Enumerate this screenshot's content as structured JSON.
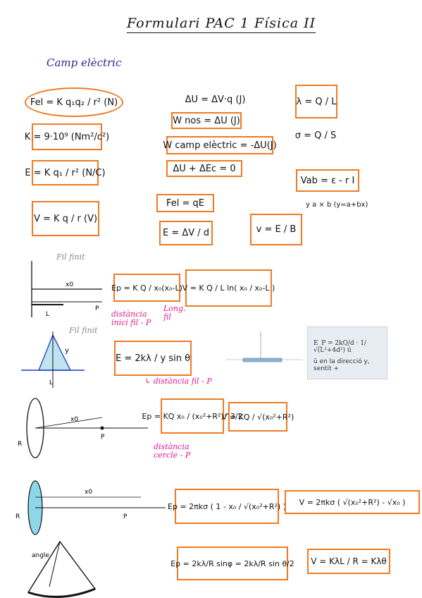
{
  "title": "Formulari PAC 1 Física II",
  "section": "Camp elèctric",
  "formulas": {
    "fel_coulomb": "Fel = K q₁q₂ / r² (N)",
    "k_const": "K = 9·10⁹ (Nm²/c²)",
    "e_field": "E = K q₁ / r² (N/C)",
    "potential": "V = K q / r (V)",
    "du": "ΔU = ΔV·q (J)",
    "w_nos": "W nos = ΔU (J)",
    "w_camp": "W camp elèctric = -ΔU(J)",
    "energy": "ΔU + ΔEc = 0",
    "fel_qe": "Fel = qE",
    "e_dv": "E = ΔV / d",
    "lambda": "λ = Q / L",
    "sigma": "σ = Q / S",
    "vab": "Vab = ε - r I",
    "vab_note": "y   a × b   (y=a+bx)",
    "v_eb": "v = E / B",
    "ep_finite": "Ep = K Q / x₀(x₀-L)",
    "v_finite": "V = K Q / L ln( x₀ / x₀-L )",
    "e_infinite": "E = 2kλ / y sin θ",
    "ep_ring": "Ep = KQ x₀ / (x₀²+R²)^3/2",
    "v_ring": "V = KQ / √(x₀²+R²)",
    "ep_disc": "Ep = 2πkσ ( 1 - x₀ / √(x₀²+R²) )",
    "v_disc": "V = 2πkσ ( √(x₀²+R²) - √x₀ )",
    "ep_arc": "Ep = 2kλ/R sinφ = 2kλ/R sin θ/2",
    "v_arc": "V = KλL / R = Kλθ"
  },
  "labels": {
    "fil_finit": "Fil finit",
    "fil_infinit": "Fil finit",
    "dist_inici": "distància\ninici fil - P",
    "long_fil": "Long.\nfil",
    "dist_fil_p": "↳ distància fil - P",
    "dist_cercle": "distància\ncercle - P",
    "panel_formula": "E_P = 2kQ/d · 1/√(L²+4d²) ū",
    "panel_text": "ū en la direcció y, sentit +"
  },
  "colors": {
    "box": "#f07a22",
    "ink": "#111111",
    "pink": "#e0198a",
    "purple": "#3b1c8c",
    "disc": "#5ec4e0"
  }
}
